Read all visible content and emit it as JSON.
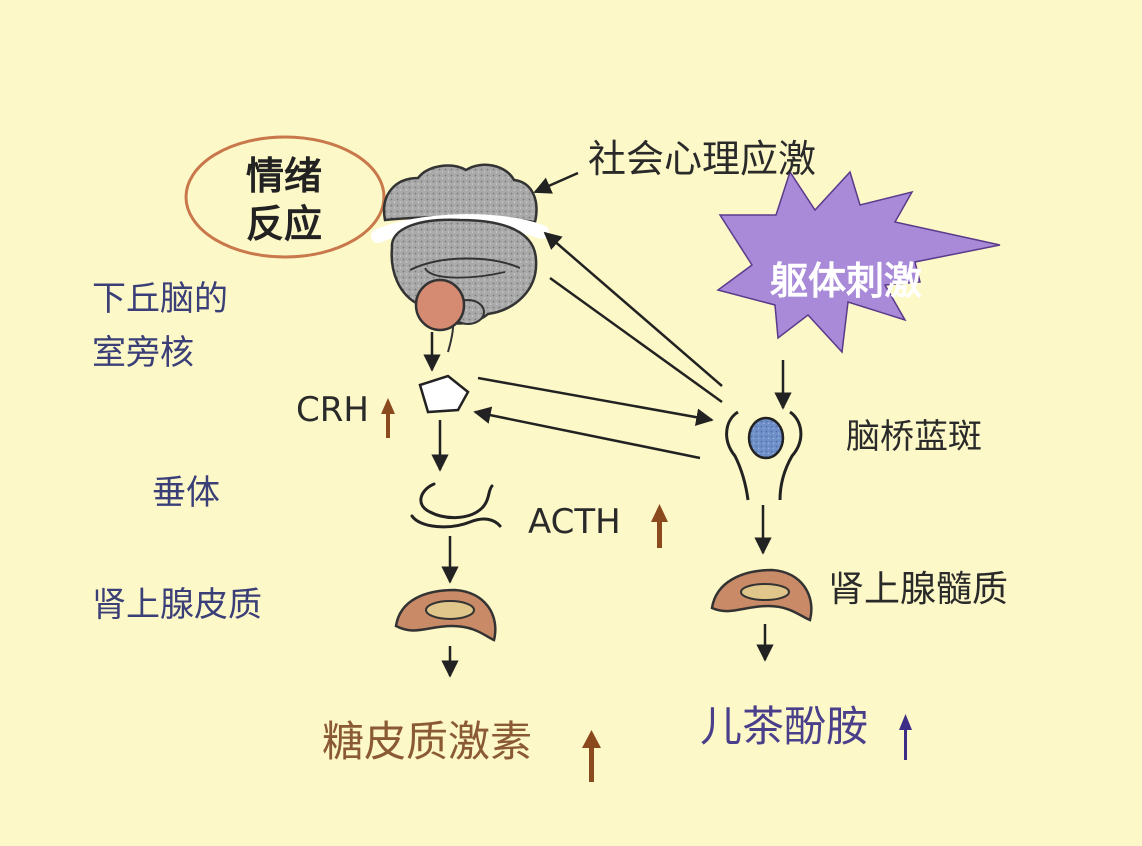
{
  "labels": {
    "social_stress": "社会心理应激",
    "emotion_line1": "情绪",
    "emotion_line2": "反应",
    "somatic_stimulus": "躯体刺激",
    "hypothalamus_line1": "下丘脑的",
    "hypothalamus_line2": "室旁核",
    "crh": "CRH",
    "locus_coeruleus": "脑桥蓝斑",
    "pituitary": "垂体",
    "acth": "ACTH",
    "adrenal_cortex": "肾上腺皮质",
    "adrenal_medulla": "肾上腺髓质",
    "glucocorticoid": "糖皮质激素",
    "catecholamine": "儿茶酚胺"
  },
  "colors": {
    "background": "#fdf8c8",
    "emotion_ellipse": "#c8784a",
    "star_fill": "#a88ad8",
    "label_blue": "#3a3f78",
    "up_arrow_brown": "#8a4a1e",
    "up_arrow_purple": "#3e2d86",
    "gland_fill": "#c98a68",
    "locus_fill": "#6f8fc8"
  },
  "icons": {
    "brain": "brain-icon",
    "up_arrow": "up-arrow-icon"
  }
}
